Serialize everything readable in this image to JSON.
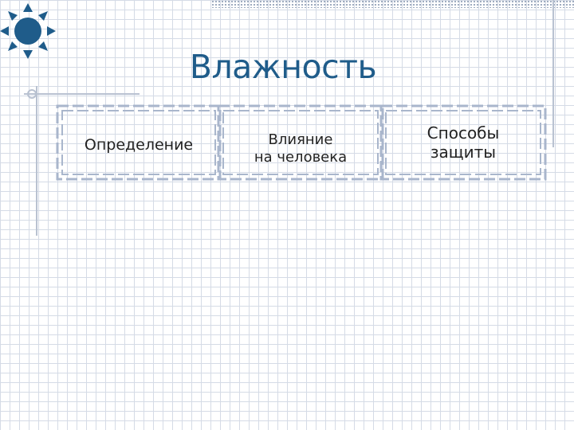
{
  "slide": {
    "title": "Влажность",
    "boxes": [
      {
        "label": "Определение"
      },
      {
        "label": "Влияние\nна человека"
      },
      {
        "label": "Способы\nзащиты"
      }
    ]
  },
  "colors": {
    "title": "#1f5c8a",
    "sun": "#1f5c8a",
    "box_border": "#a9b6cc",
    "grid": "#d5dbe6"
  },
  "icons": [
    "sun-icon"
  ]
}
